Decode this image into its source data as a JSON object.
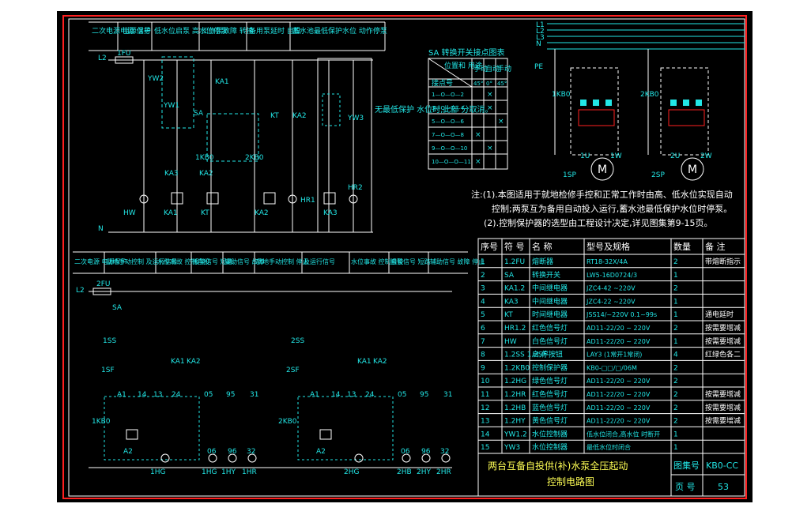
{
  "header_cols_top": [
    "二次电源 电源保护",
    "电源 信号",
    "低水位启泵 高水位停泵",
    "工作泵故障 转换",
    "备用泵延时 自投",
    "蓄水池最低保护水位 动作停泵"
  ],
  "header_cols_bottom": [
    "二次电源 电源保护",
    "就地手动控制 及运行信号",
    "水位事故 控制自投",
    "报警信号 短路",
    "辅助信号 故障",
    "就地手动控制 停止",
    "及运行信号",
    "水位事故 控制自投",
    "报警信号 短路",
    "辅助信号 故障 停止"
  ],
  "sa_table": {
    "title": "SA 转换开关接点图表",
    "head_diag": [
      "位置和 用途",
      "接点号"
    ],
    "col_heads": [
      "手动",
      "自动",
      "手动"
    ],
    "col_sub": [
      "45°",
      "0°",
      "45°"
    ],
    "rows": [
      [
        "1—O—O—2",
        "",
        "×",
        ""
      ],
      [
        "3—O—O—4",
        "",
        "×",
        ""
      ],
      [
        "5—O—O—6",
        "",
        "",
        "×"
      ],
      [
        "7—O—O—8",
        "×",
        "",
        ""
      ],
      [
        "9—O—O—10",
        "",
        "×",
        ""
      ],
      [
        "10—O—O—11",
        "×",
        "",
        ""
      ]
    ]
  },
  "labels": {
    "L2": "L2",
    "N": "N",
    "fu1": "1FU",
    "fu2": "2FU",
    "SA": "SA",
    "YW2": "YW2",
    "YW1": "YW1",
    "KA1": "KA1",
    "KA2": "KA2",
    "KA3": "KA3",
    "KT": "KT",
    "kb1": "1KB0",
    "kb2": "2KB0",
    "HW": "HW",
    "HR1": "HR1",
    "HR2": "HR2",
    "YW3": "YW3",
    "note_yw3": "无最低保护 水位时,此部 分取消。",
    "ss1": "1SS",
    "ss2": "2SS",
    "sf1": "1SF",
    "sf2": "2SF",
    "A1": "A1",
    "A2": "A2",
    "n14": "14",
    "n13": "13",
    "n24": "24",
    "n05": "05",
    "n95": "95",
    "n31": "31",
    "n32": "32",
    "n06": "06",
    "n96": "96",
    "hg1": "1HG",
    "hg1b": "1HG",
    "hy1": "1HY",
    "hr1": "1HR",
    "hg2": "2HG",
    "hb2": "2HB",
    "hy2": "2HY",
    "hr2": "2HR",
    "L1": "L1",
    "L2b": "L2",
    "L3": "L3",
    "Nb": "N",
    "PE": "PE",
    "m1": "1SP",
    "m2": "2SP",
    "w1": "1U",
    "w1b": "1W",
    "w2": "2U",
    "w2b": "2W",
    "M": "M"
  },
  "notes": [
    "注:(1).本图适用于就地检修手控和正常工作时由高、低水位实现自动",
    "控制;两泵互为备用自动投入运行,蓄水池最低保护水位时停泵。",
    "(2).控制保护器的选型由工程设计决定,详见图集第9-15页。"
  ],
  "parts_table": {
    "head": [
      "序号",
      "符 号",
      "名 称",
      "型号及规格",
      "数量",
      "备 注"
    ],
    "rows": [
      [
        "1",
        "1.2FU",
        "熔断器",
        "RT18-32X/4A",
        "2",
        "带熔断指示"
      ],
      [
        "2",
        "SA",
        "转换开关",
        "LW5-16D0724/3",
        "1",
        ""
      ],
      [
        "3",
        "KA1.2",
        "中间继电器",
        "JZC4-42 ~220V",
        "2",
        ""
      ],
      [
        "4",
        "KA3",
        "中间继电器",
        "JZC4-22 ~220V",
        "1",
        ""
      ],
      [
        "5",
        "KT",
        "时间继电器",
        "JSS14/~220V 0.1~99s",
        "1",
        "通电延时"
      ],
      [
        "6",
        "HR1.2",
        "红色信号灯",
        "AD11-22/20 ~ 220V",
        "2",
        "按需要增减"
      ],
      [
        "7",
        "HW",
        "白色信号灯",
        "AD11-22/20 ~ 220V",
        "1",
        "按需要增减"
      ],
      [
        "8",
        "1.2SS 1.2SF",
        "启,停按钮",
        "LAY3 (1常开1常闭)",
        "4",
        "红绿色各二"
      ],
      [
        "9",
        "1.2KB0",
        "控制保护器",
        "KB0-□□/□/06M",
        "2",
        ""
      ],
      [
        "10",
        "1.2HG",
        "绿色信号灯",
        "AD11-22/20 ~ 220V",
        "2",
        ""
      ],
      [
        "11",
        "1.2HR",
        "红色信号灯",
        "AD11-22/20 ~ 220V",
        "2",
        "按需要增减"
      ],
      [
        "12",
        "1.2HB",
        "蓝色信号灯",
        "AD11-22/20 ~ 220V",
        "2",
        "按需要增减"
      ],
      [
        "13",
        "1.2HY",
        "黄色信号灯",
        "AD11-22/20 ~ 220V",
        "2",
        "按需要增减"
      ],
      [
        "14",
        "YW1.2",
        "水位控制器",
        "低水位闭合,高水位 时断开",
        "1",
        ""
      ],
      [
        "15",
        "YW3",
        "水位控制器",
        "最低水位时闭合",
        "1",
        ""
      ]
    ]
  },
  "title_block": {
    "title1": "两台互备自投供(补)水泵全压起动",
    "title2": "控制电路图",
    "atlas_label": "图集号",
    "atlas_value": "KB0-CC",
    "page_label": "页 号",
    "page_value": "53"
  }
}
